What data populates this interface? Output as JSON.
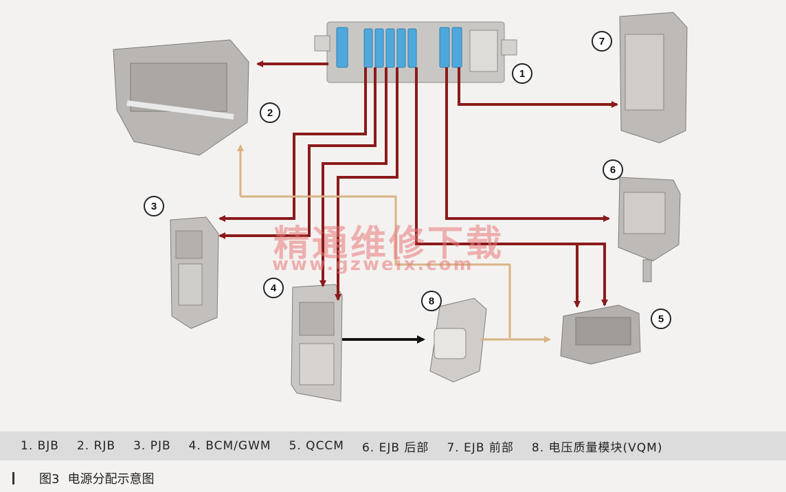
{
  "diagram": {
    "component_numbers": [
      "1",
      "2",
      "3",
      "4",
      "5",
      "6",
      "7",
      "8"
    ],
    "colors": {
      "power_line": "#8b1a1a",
      "ground_line": "#d8b384",
      "signal_line": "#111111",
      "component_body": "#b9b6b3",
      "fuse_blue": "#4fa8dc",
      "background": "#f3f2f0"
    }
  },
  "watermark": {
    "title": "精通维修下载",
    "url": "www.gzweix.com"
  },
  "legend": {
    "items": [
      "1. BJB",
      "2. RJB",
      "3. PJB",
      "4. BCM/GWM",
      "5. QCCM",
      "6. EJB 后部",
      "7. EJB 前部",
      "8. 电压质量模块(VQM)"
    ]
  },
  "caption": {
    "figure": "图3",
    "title": "电源分配示意图"
  }
}
